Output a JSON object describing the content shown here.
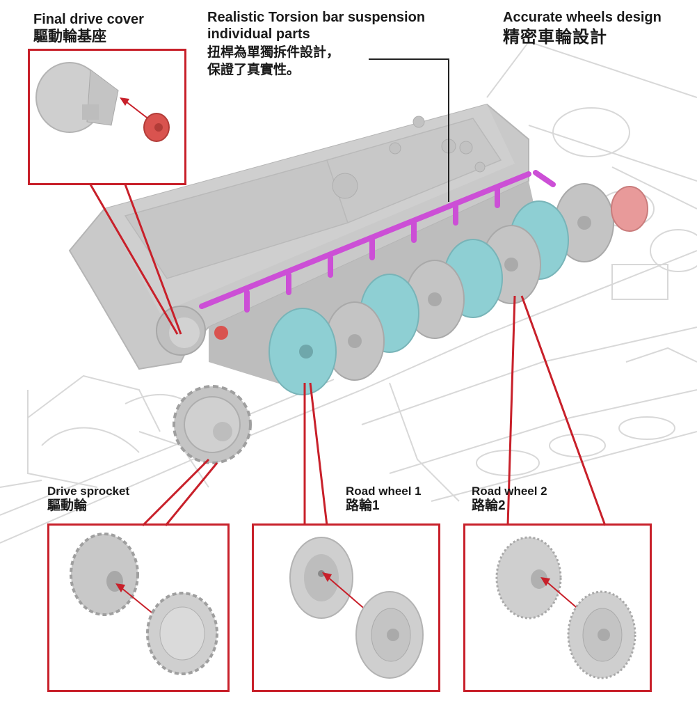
{
  "callouts": {
    "final_drive": {
      "en": "Final drive cover",
      "zh": "驅動輪基座"
    },
    "torsion": {
      "en_line1": "Realistic Torsion bar suspension",
      "en_line2": "individual parts",
      "zh_line1": "扭桿為單獨拆件設計，",
      "zh_line2": "保證了真實性。"
    },
    "wheels": {
      "en": "Accurate wheels design",
      "zh": "精密車輪設計"
    },
    "sprocket": {
      "en": "Drive sprocket",
      "zh": "驅動輪"
    },
    "road_wheel_1": {
      "en": "Road wheel 1",
      "zh": "路輪1"
    },
    "road_wheel_2": {
      "en": "Road wheel 2",
      "zh": "路輪2"
    }
  },
  "colors": {
    "frame_red": "#c8202a",
    "hull_grey": "#c9c9c9",
    "torsion_magenta": "#cc4fd6",
    "wheel_cyan": "#8ecfd3",
    "part_pink": "#e89a9a",
    "cover_red": "#d9534f",
    "blueprint_line": "#d8d8d8"
  }
}
